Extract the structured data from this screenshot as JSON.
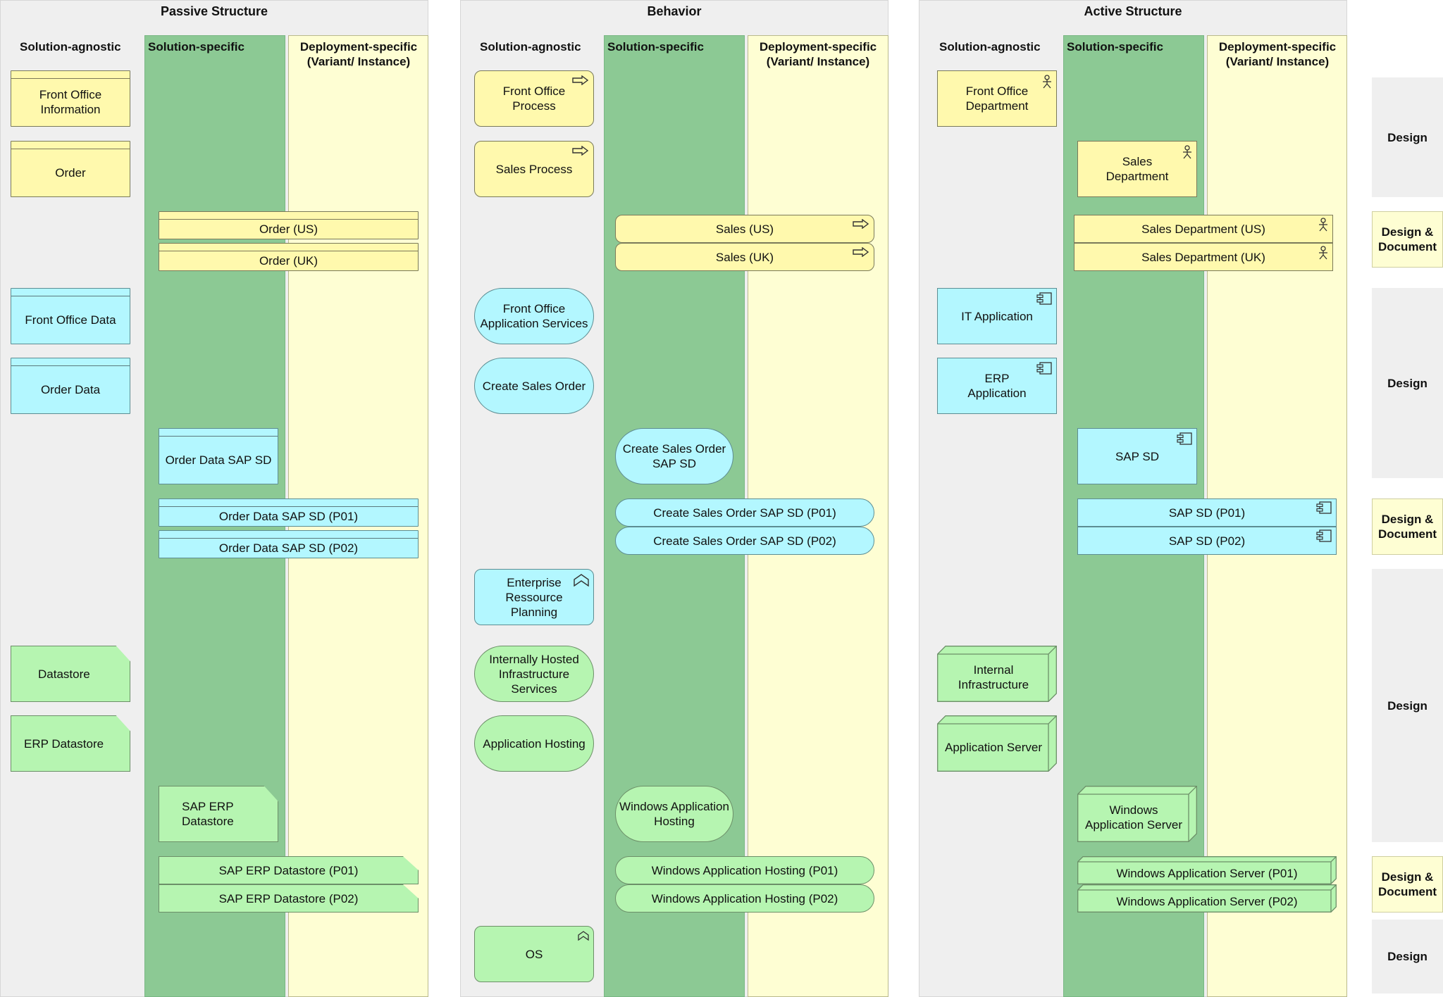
{
  "groups": [
    {
      "title": "Passive Structure",
      "cols": [
        "Solution-agnostic",
        "Solution-specific",
        "Deployment-specific\n(Variant/ Instance)"
      ]
    },
    {
      "title": "Behavior",
      "cols": [
        "Solution-agnostic",
        "Solution-specific",
        "Deployment-specific\n(Variant/ Instance)"
      ]
    },
    {
      "title": "Active Structure",
      "cols": [
        "Solution-agnostic",
        "Solution-specific",
        "Deployment-specific\n(Variant/ Instance)"
      ]
    }
  ],
  "passive": {
    "front_office_information": "Front Office\nInformation",
    "order": "Order",
    "order_us": "Order (US)",
    "order_uk": "Order (UK)",
    "front_office_data": "Front Office Data",
    "order_data": "Order Data",
    "order_data_sap_sd": "Order Data SAP SD",
    "order_data_sap_sd_p01": "Order Data SAP SD (P01)",
    "order_data_sap_sd_p02": "Order Data SAP SD (P02)",
    "datastore": "Datastore",
    "erp_datastore": "ERP Datastore",
    "sap_erp_datastore": "SAP ERP\nDatastore",
    "sap_erp_datastore_p01": "SAP ERP Datastore (P01)",
    "sap_erp_datastore_p02": "SAP ERP Datastore (P02)"
  },
  "behavior": {
    "front_office_process": "Front Office\nProcess",
    "sales_process": "Sales Process",
    "sales_us": "Sales (US)",
    "sales_uk": "Sales (UK)",
    "front_office_app_services": "Front Office\nApplication Services",
    "create_sales_order": "Create Sales Order",
    "create_sales_order_sap_sd": "Create Sales Order\nSAP SD",
    "create_sales_order_sap_sd_p01": "Create Sales Order SAP SD (P01)",
    "create_sales_order_sap_sd_p02": "Create Sales Order SAP SD (P02)",
    "erp": "Enterprise\nRessource\nPlanning",
    "internally_hosted": "Internally Hosted\nInfrastructure\nServices",
    "application_hosting": "Application Hosting",
    "windows_app_hosting": "Windows Application\nHosting",
    "windows_app_hosting_p01": "Windows Application Hosting (P01)",
    "windows_app_hosting_p02": "Windows Application Hosting (P02)",
    "os": "OS"
  },
  "active": {
    "front_office_department": "Front Office\nDepartment",
    "sales_department": "Sales\nDepartment",
    "sales_department_us": "Sales Department (US)",
    "sales_department_uk": "Sales Department (UK)",
    "it_application": "IT Application",
    "erp_application": "ERP\nApplication",
    "sap_sd": "SAP SD",
    "sap_sd_p01": "SAP SD (P01)",
    "sap_sd_p02": "SAP SD (P02)",
    "internal_infrastructure": "Internal\nInfrastructure",
    "application_server": "Application Server",
    "windows_app_server": "Windows\nApplication Server",
    "windows_app_server_p01": "Windows Application Server (P01)",
    "windows_app_server_p02": "Windows Application Server (P02)"
  },
  "bands": [
    "Design",
    "Design &\nDocument",
    "Design",
    "Design &\nDocument",
    "Design",
    "Design &\nDocument",
    "Design"
  ],
  "colors": {
    "business": "#fff9ad",
    "application": "#b3f7ff",
    "technology": "#b6f5b1",
    "solution_specific": "#8cc994",
    "deployment_specific": "#fefed3",
    "group_bg": "#efefef"
  }
}
